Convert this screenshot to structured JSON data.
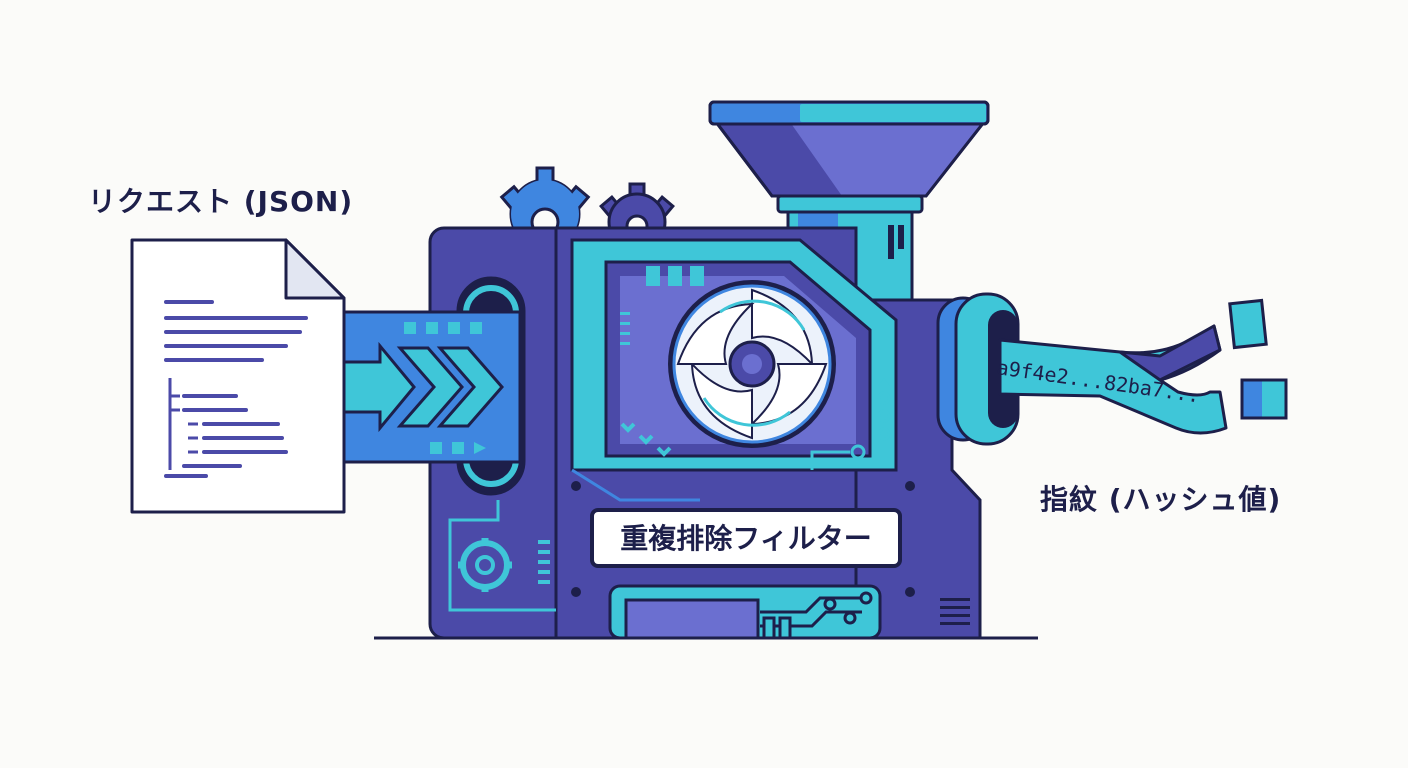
{
  "labels": {
    "input": "リクエスト (JSON)",
    "output": "指紋 (ハッシュ値)",
    "machine": "重複排除フィルター",
    "hash": "a9f4e2...82ba7..."
  },
  "colors": {
    "navy": "#1d1f4a",
    "indigo": "#4b4aa8",
    "periwinkle": "#6b6fd0",
    "blue": "#3f86e0",
    "cyan": "#3fc6d8",
    "paper": "#ffffff",
    "background": "#fbfbf9"
  }
}
